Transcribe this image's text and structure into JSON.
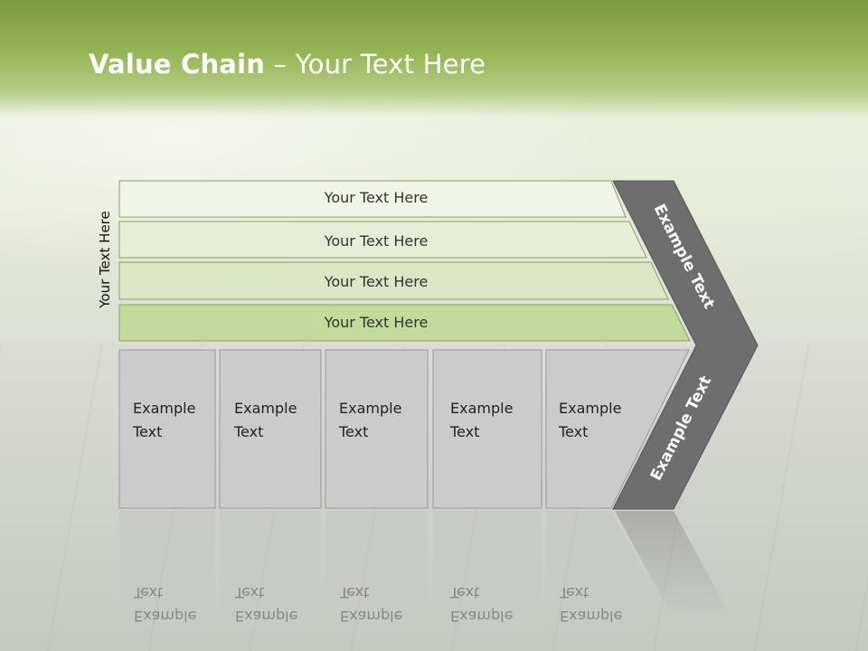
{
  "slide": {
    "title_bold": "Value Chain",
    "title_rest": " – Your Text Here",
    "side_label": "Your Text Here",
    "rows": [
      {
        "label": "Your Text Here"
      },
      {
        "label": "Your Text Here"
      },
      {
        "label": "Your Text Here"
      },
      {
        "label": "Your Text Here"
      }
    ],
    "columns": [
      {
        "line1": "Example",
        "line2": "Text"
      },
      {
        "line1": "Example",
        "line2": "Text"
      },
      {
        "line1": "Example",
        "line2": "Text"
      },
      {
        "line1": "Example",
        "line2": "Text"
      },
      {
        "line1": "Example",
        "line2": "Text"
      }
    ],
    "chevron_top_label": "Example Text",
    "chevron_bottom_label": "Example Text",
    "colors": {
      "accent_green": "#95b555",
      "chevron_gray": "#6e6e6e",
      "column_gray": "#cbcbcb"
    }
  }
}
